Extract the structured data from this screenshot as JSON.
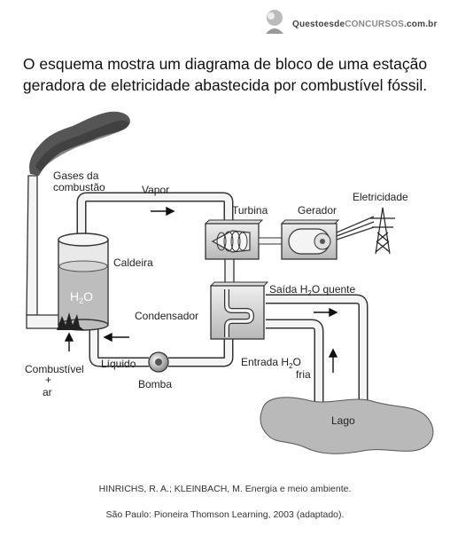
{
  "logo": {
    "brand_prefix": "Questoesde",
    "brand_accent": "CONCURSOS",
    "brand_suffix": ".com.br"
  },
  "heading": {
    "line1": "O esquema mostra um diagrama de bloco de uma estação",
    "line2": "geradora de eletricidade abastecida por combustível fóssil."
  },
  "diagram": {
    "gases_line1": "Gases da",
    "gases_line2": "combustão",
    "vapor": "Vapor",
    "turbina": "Turbina",
    "gerador": "Gerador",
    "eletricidade": "Eletricidade",
    "caldeira": "Caldeira",
    "h2o_main": "H",
    "h2o_sub": "2",
    "h2o_end": "O",
    "saida_prefix": "Saída H",
    "saida_sub": "2",
    "saida_suffix": "O quente",
    "condensador": "Condensador",
    "entrada_prefix": "Entrada H",
    "entrada_sub": "2",
    "entrada_suffix": "O",
    "fria": "fria",
    "liquido": "Líquido",
    "bomba": "Bomba",
    "combustivel": "Combustível",
    "plus": "+",
    "ar": "ar",
    "lago": "Lago"
  },
  "citation": {
    "line1": "HINRICHS, R. A.; KLEINBACH, M. Energia e meio ambiente.",
    "line2": "São Paulo: Pioneira Thomson Learning, 2003 (adaptado)."
  },
  "colors": {
    "pipe_fill": "#f4f4f4",
    "pipe_stroke": "#333333",
    "water": "#bdbdbd",
    "lake": "#b9b9b9",
    "smoke": "#555555"
  }
}
